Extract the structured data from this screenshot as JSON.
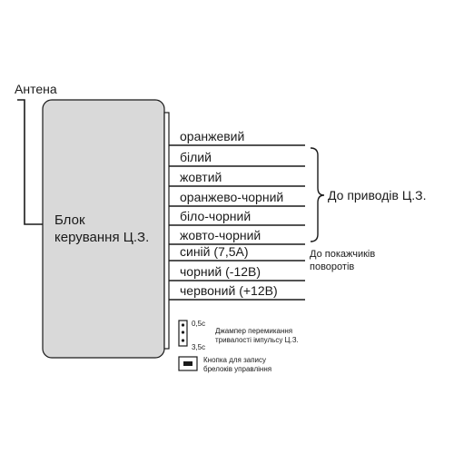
{
  "antenna_label": "Антена",
  "block_label": {
    "line1": "Блок",
    "line2": "керування Ц.З."
  },
  "wires": [
    "оранжевий",
    "білий",
    "жовтий",
    "оранжево-чорний",
    "біло-чорний",
    "жовто-чорний",
    "синій (7,5А)",
    "чорний (-12В)",
    "червоний (+12В)"
  ],
  "group_actuators_label": "До приводів Ц.З.",
  "group_turn_signals_label": {
    "line1": "До покажчиків",
    "line2": "поворотів"
  },
  "jumper": {
    "top_label": "0,5с",
    "bottom_label": "3,5с",
    "description_line1": "Джампер перемикання",
    "description_line2": "тривалості імпульсу Ц.З."
  },
  "button": {
    "description_line1": "Кнопка для запису",
    "description_line2": "брелоків управління"
  },
  "colors": {
    "block_fill": "#d9d9d9",
    "line": "#1a1a1a"
  }
}
